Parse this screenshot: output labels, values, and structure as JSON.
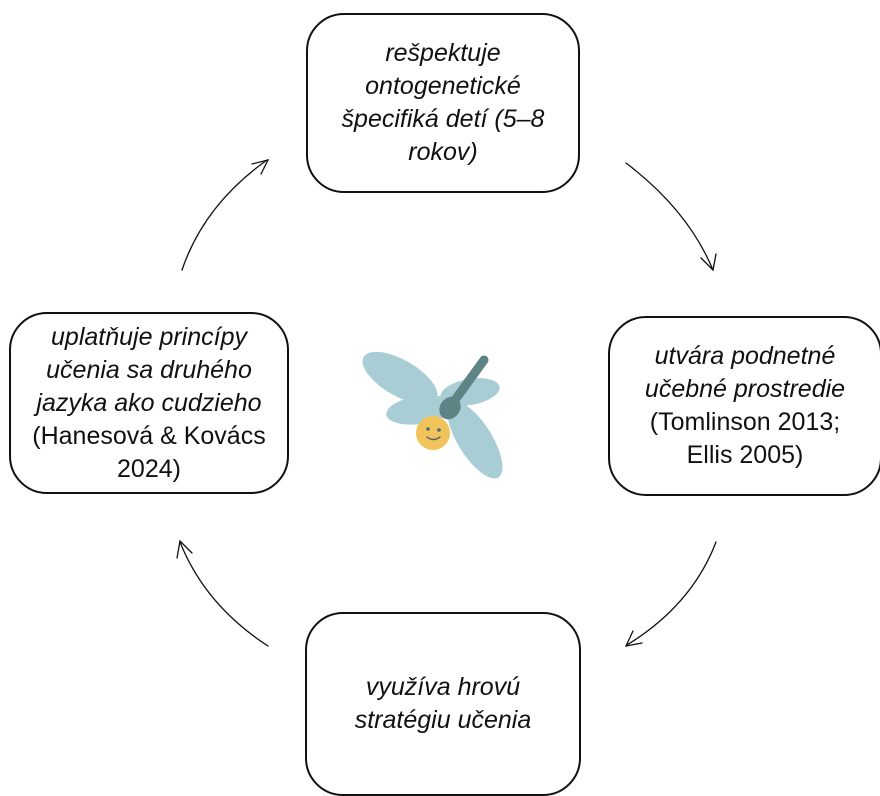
{
  "nodes": {
    "top": {
      "italic": "rešpektuje ontogenetické špecifiká detí (5–8 rokov)",
      "normal": ""
    },
    "right": {
      "italic": "utvára podnetné učebné prostredie",
      "normal": "(Tomlinson 2013; Ellis 2005)"
    },
    "bottom": {
      "italic": "využíva hrovú stratégiu učenia",
      "normal": ""
    },
    "left": {
      "italic": "uplatňuje princípy učenia sa druhého jazyka ako cudzieho",
      "normal": "(Hanesová & Kovács 2024)"
    }
  },
  "colors": {
    "stroke": "#111111",
    "wing": "#a9cdd4",
    "body": "#5e8485",
    "head": "#f2c35a"
  },
  "icons": {
    "center": "dragonfly-icon"
  }
}
